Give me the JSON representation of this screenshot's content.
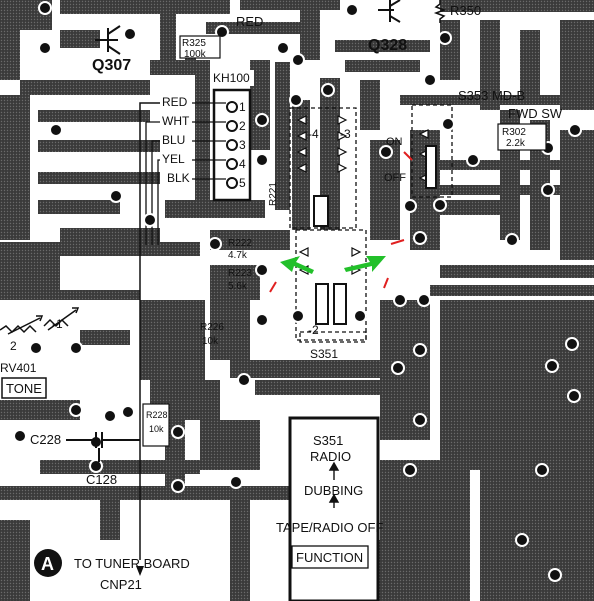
{
  "labels": {
    "q307": "Q307",
    "q328": "Q328",
    "r325": "R325",
    "r325_val": "100k",
    "red_top": "RED",
    "r350": "R350",
    "kh100": "KH100",
    "wires": [
      "RED",
      "WHT",
      "BLU",
      "YEL",
      "BLK"
    ],
    "pins": [
      "1",
      "2",
      "3",
      "4",
      "5"
    ],
    "s353": "S353 MD-B",
    "fwd_sw": "FWD SW",
    "r302": "R302",
    "r302_val": "2.2k",
    "on": "ON",
    "off": "OFF",
    "sec4": "-4",
    "sec3": "-3",
    "sec2": "-2",
    "sec1": "-1",
    "r221": "R221",
    "r222": "R222",
    "r222_val": "4.7k",
    "r223": "R223",
    "r223_val": "5.6k",
    "r226": "R226",
    "r226_val": "10k",
    "s351_bottom": "S351",
    "rv401": "RV401",
    "rv_num": "2",
    "tone": "TONE",
    "c228": "C228",
    "c128": "C128",
    "r228": "R228",
    "r228_val": "10k",
    "s351_box": "S351",
    "radio": "RADIO",
    "dubbing": "DUBBING",
    "tape_radio_off": "TAPE/RADIO OFF",
    "function": "FUNCTION",
    "circle_a": "A",
    "to_tuner": "TO TUNER BOARD",
    "cnp21": "CNP21"
  },
  "colors": {
    "copper": "#2d2d2d",
    "background": "#ffffff",
    "arrow_green": "#22c02a",
    "mark_red": "#e02020"
  }
}
